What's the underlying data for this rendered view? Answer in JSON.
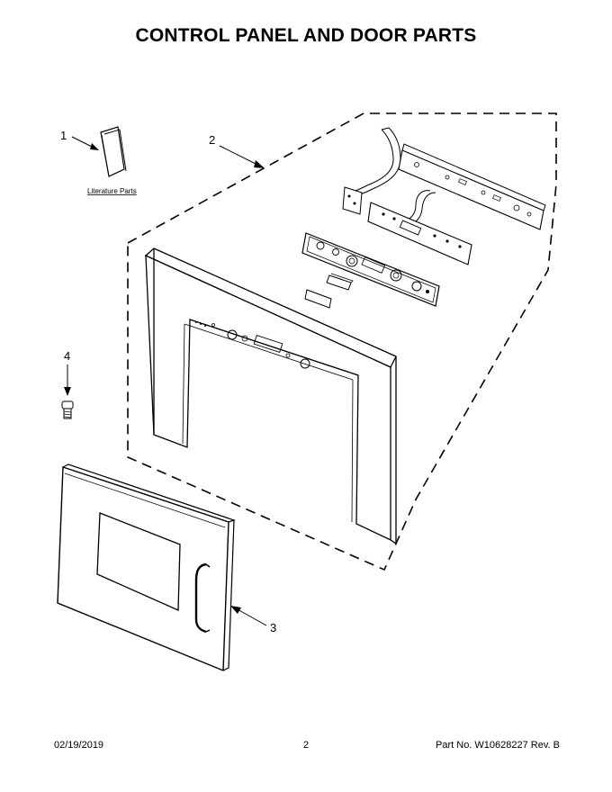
{
  "title": "CONTROL PANEL AND DOOR PARTS",
  "callouts": {
    "c1": "1",
    "c2": "2",
    "c3": "3",
    "c4": "4"
  },
  "literature_label": "Literature Parts",
  "footer": {
    "date": "02/19/2019",
    "page": "2",
    "part": "Part No.  W10628227  Rev.  B"
  }
}
